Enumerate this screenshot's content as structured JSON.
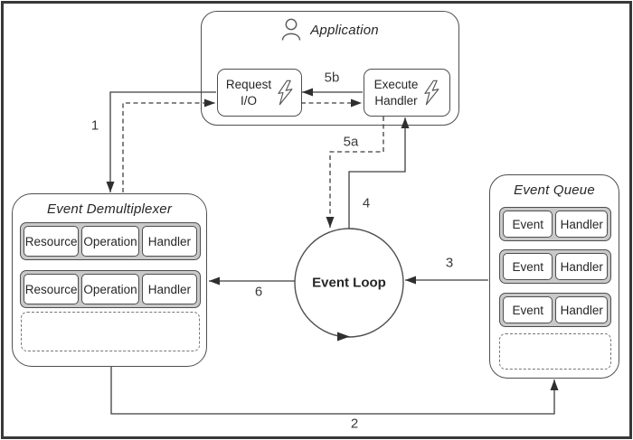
{
  "application": {
    "title": "Application",
    "request_io": {
      "line1": "Request",
      "line2": "I/O"
    },
    "execute_handler": {
      "line1": "Execute",
      "line2": "Handler"
    }
  },
  "event_demultiplexer": {
    "title": "Event Demultiplexer",
    "rows": [
      [
        "Resource",
        "Operation",
        "Handler"
      ],
      [
        "Resource",
        "Operation",
        "Handler"
      ]
    ]
  },
  "event_queue": {
    "title": "Event Queue",
    "rows": [
      [
        "Event",
        "Handler"
      ],
      [
        "Event",
        "Handler"
      ],
      [
        "Event",
        "Handler"
      ]
    ]
  },
  "event_loop": {
    "label": "Event Loop"
  },
  "arrow_labels": {
    "n1": "1",
    "n2": "2",
    "n3": "3",
    "n4": "4",
    "n5a": "5a",
    "n5b": "5b",
    "n6": "6"
  },
  "icons": {
    "person": "person-icon",
    "lightning": "lightning-icon"
  },
  "colors": {
    "line": "#3f3f3f",
    "box_border": "#4f4f4f",
    "row_fill": "#c9c9c9",
    "background": "#ffffff",
    "text": "#262626",
    "frame": "#383838"
  }
}
